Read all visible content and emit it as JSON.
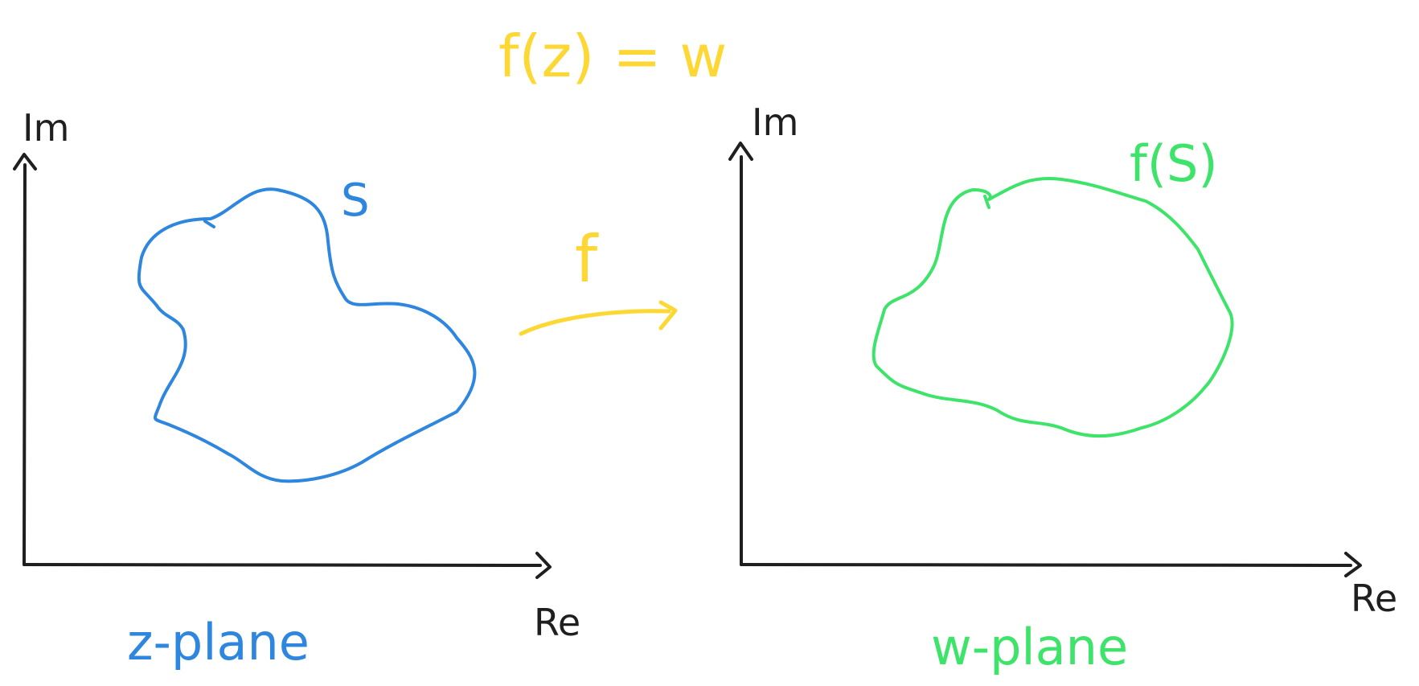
{
  "colors": {
    "ink": "#1f1f1f",
    "z_curve": "#2e86de",
    "w_curve": "#3ee36a",
    "mapping": "#fdd835"
  },
  "mapping_equation": "f(z) = w",
  "mapping_arrow_label": "f",
  "z_plane": {
    "plane_label": "z-plane",
    "imag_axis_label": "Im",
    "real_axis_label": "Re",
    "curve_label": "S"
  },
  "w_plane": {
    "plane_label": "w-plane",
    "imag_axis_label": "Im",
    "real_axis_label": "Re",
    "curve_label": "f(S)"
  }
}
